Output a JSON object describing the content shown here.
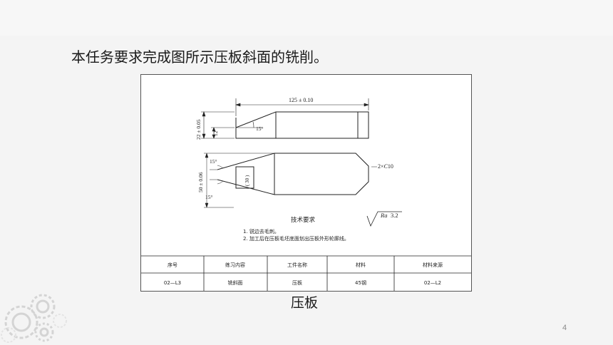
{
  "slide": {
    "intro_text": "本任务要求完成图所示压板斜面的铣削。",
    "figure_caption": "压板",
    "page_number": "4"
  },
  "drawing": {
    "dim_length": "125 ± 0.10",
    "dim_height_top": "22 ± 0.05",
    "dim_step": "12",
    "angle_top": "15°",
    "angle_plan_upper": "15°",
    "angle_plan_lower": "15°",
    "dim_width": "50 ± 0.06",
    "dim_ref": "( 30 )",
    "chamfer_prefix": "2×",
    "chamfer_c": "C",
    "chamfer_value": "10",
    "tech_title": "技术要求",
    "roughness_symbol": "Ra",
    "roughness_value": "3.2",
    "notes": [
      "1. 锐边去毛刺。",
      "2. 加工后在压板毛坯底面划出压板外形轮廓线。"
    ]
  },
  "table": {
    "headers": [
      "序号",
      "练习内容",
      "工件名称",
      "材料",
      "材料来源"
    ],
    "row": [
      "02—L3",
      "铣斜面",
      "压板",
      "45钢",
      "02—L2"
    ]
  }
}
